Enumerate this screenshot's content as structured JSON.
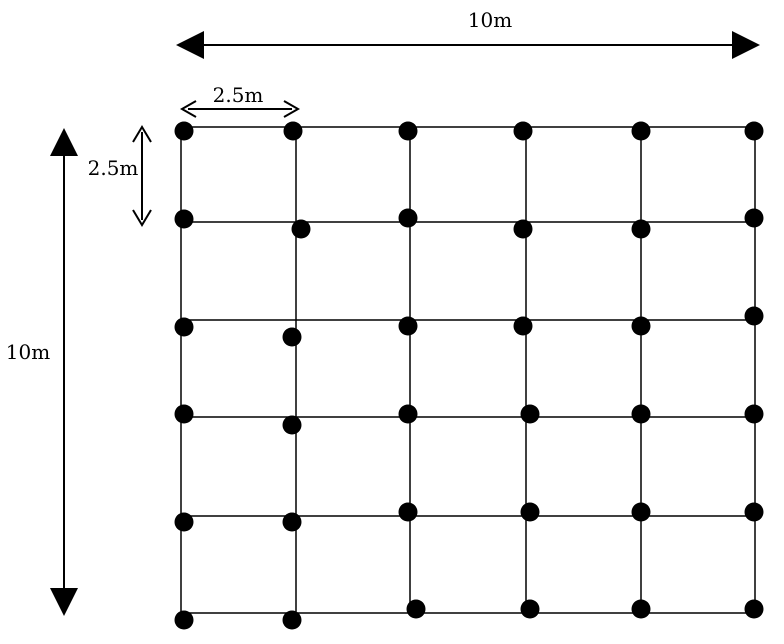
{
  "labels": {
    "top_width": "10m",
    "cell_width": "2.5m",
    "cell_height": "2.5m",
    "left_height": "10m"
  },
  "grid": {
    "columns": 6,
    "rows": 6
  },
  "colors": {
    "line": "#000000",
    "dot": "#000000",
    "background": "#ffffff"
  }
}
